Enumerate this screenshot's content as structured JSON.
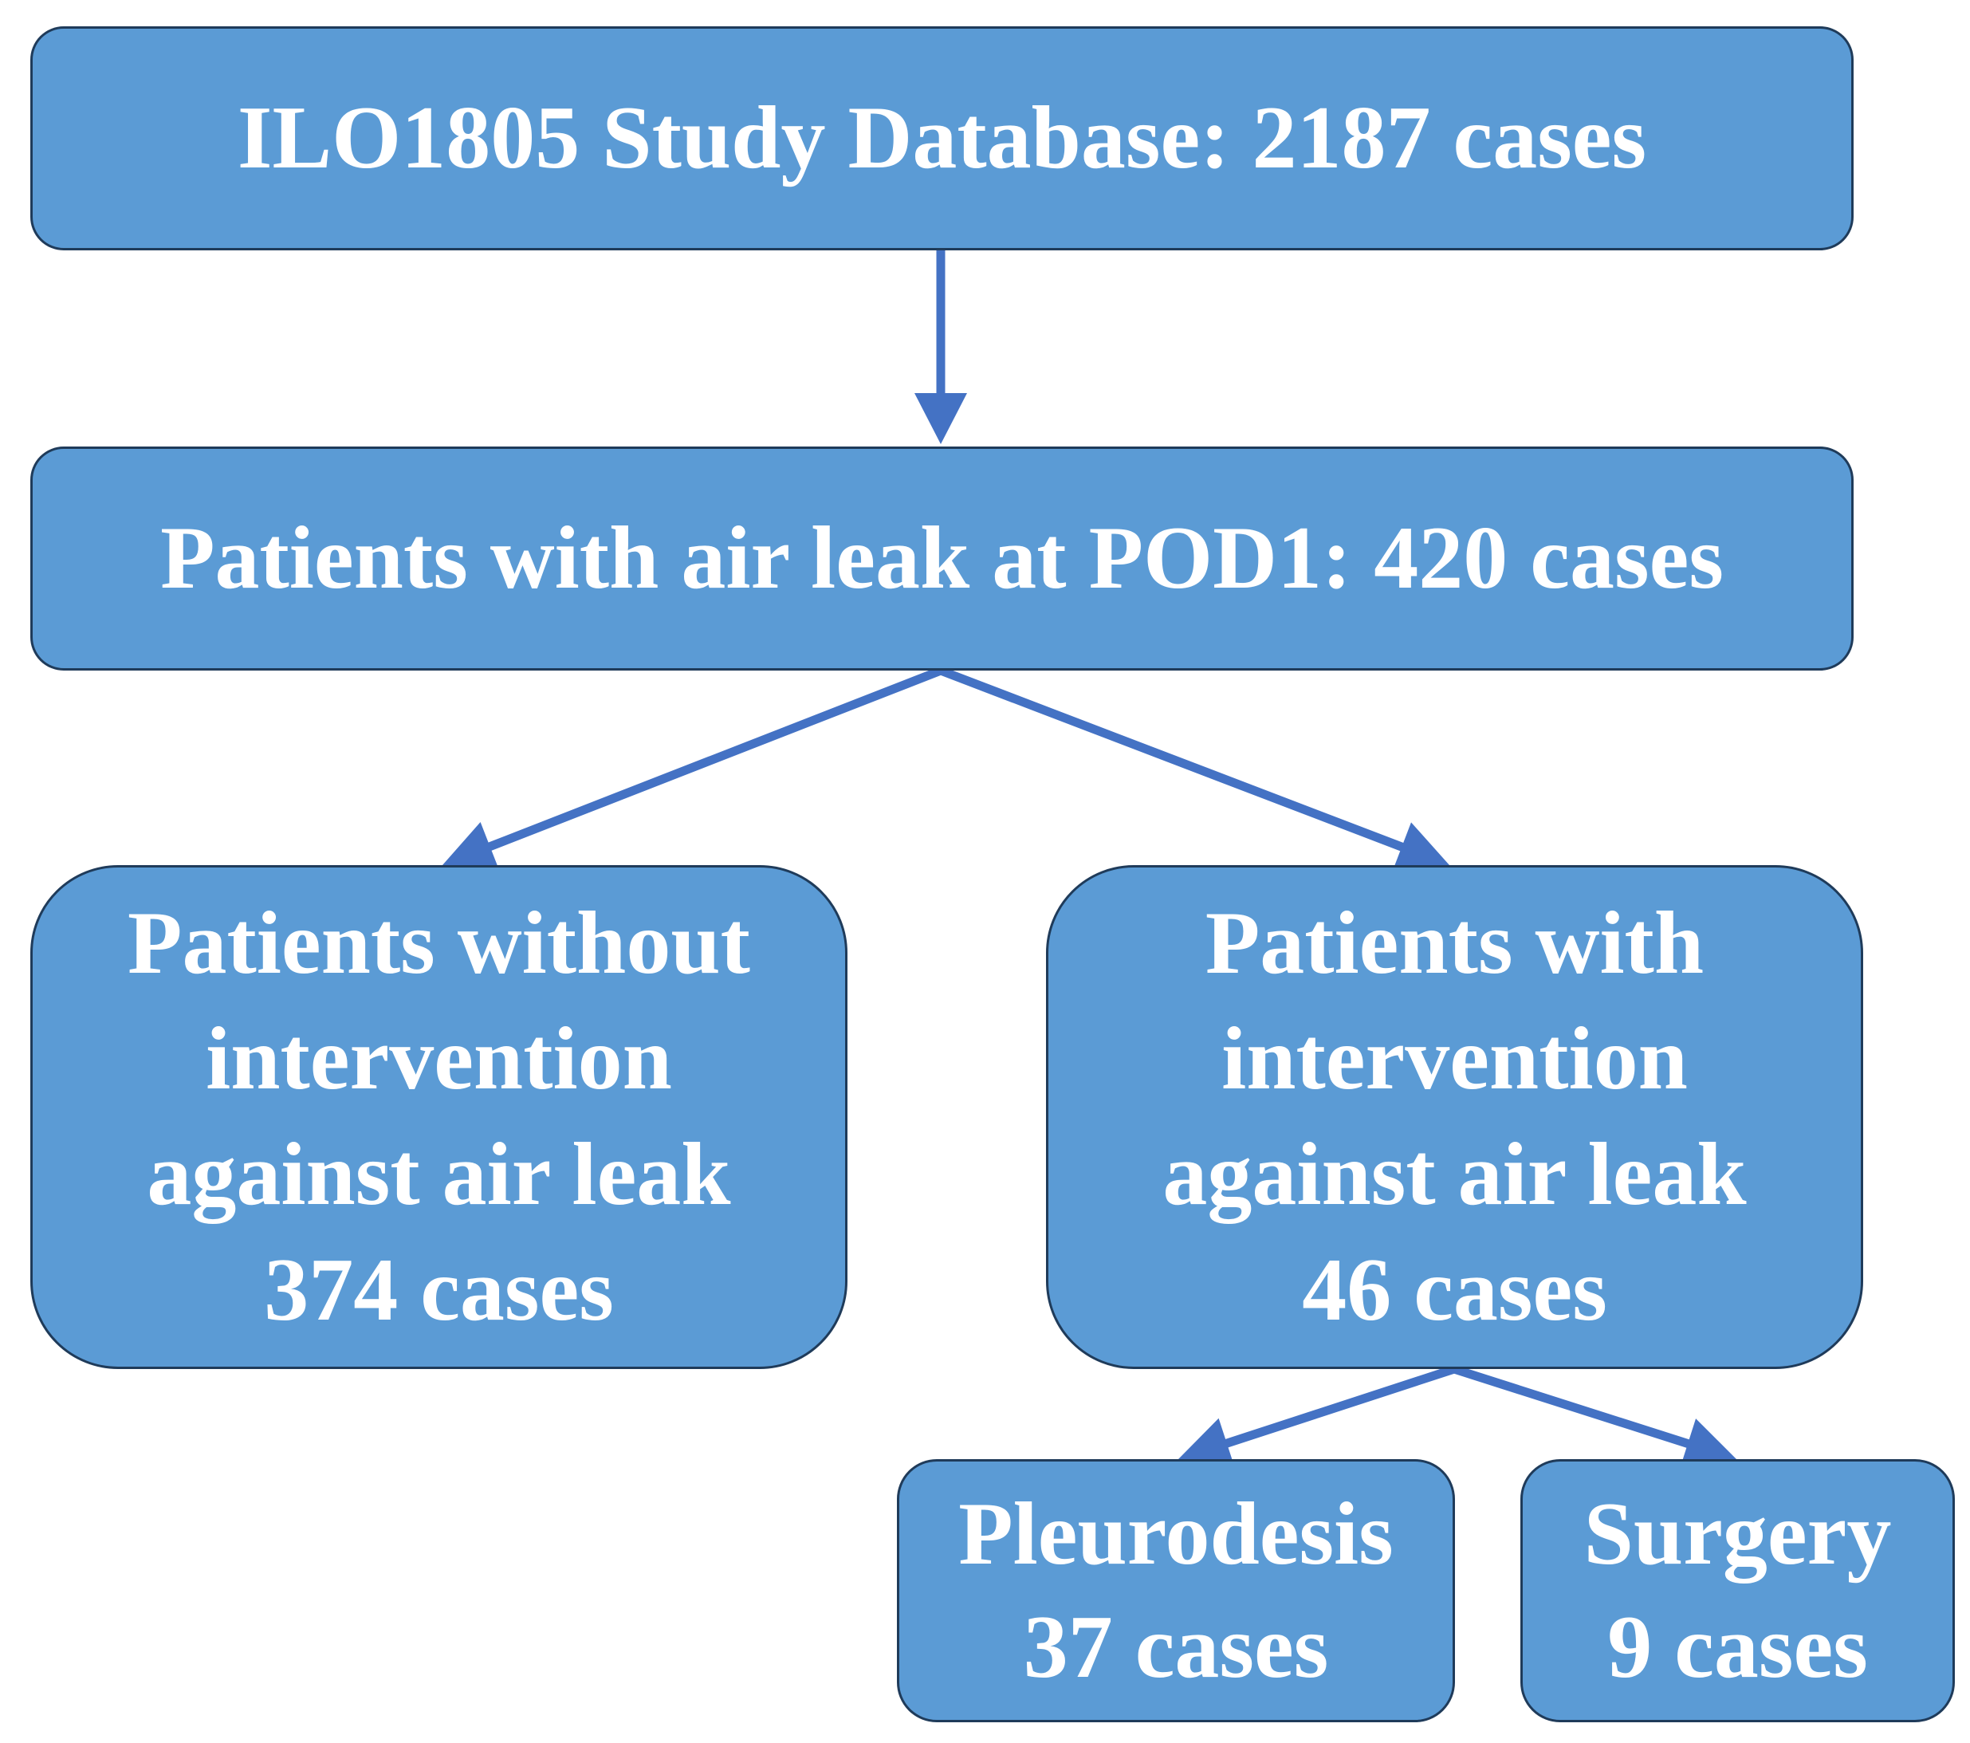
{
  "nodes": {
    "database": {
      "lines": [
        "ILO1805 Study Database: 2187 cases"
      ]
    },
    "air_leak_pod1": {
      "lines": [
        "Patients with air leak at POD1: 420 cases"
      ]
    },
    "without_intervention": {
      "lines": [
        "Patients without",
        "intervention",
        "against air leak",
        "374 cases"
      ]
    },
    "with_intervention": {
      "lines": [
        "Patients with",
        "intervention",
        "against air leak",
        "46 cases"
      ]
    },
    "pleurodesis": {
      "lines": [
        "Pleurodesis",
        "37 cases"
      ]
    },
    "surgery": {
      "lines": [
        "Surgery",
        "9 cases"
      ]
    }
  },
  "edges": [
    {
      "from": "database",
      "to": "air_leak_pod1"
    },
    {
      "from": "air_leak_pod1",
      "to": "without_intervention"
    },
    {
      "from": "air_leak_pod1",
      "to": "with_intervention"
    },
    {
      "from": "with_intervention",
      "to": "pleurodesis"
    },
    {
      "from": "with_intervention",
      "to": "surgery"
    }
  ],
  "colors": {
    "box_fill": "#5b9bd5",
    "box_border": "#1f3b5a",
    "arrow": "#4472c4",
    "text": "#ffffff"
  }
}
